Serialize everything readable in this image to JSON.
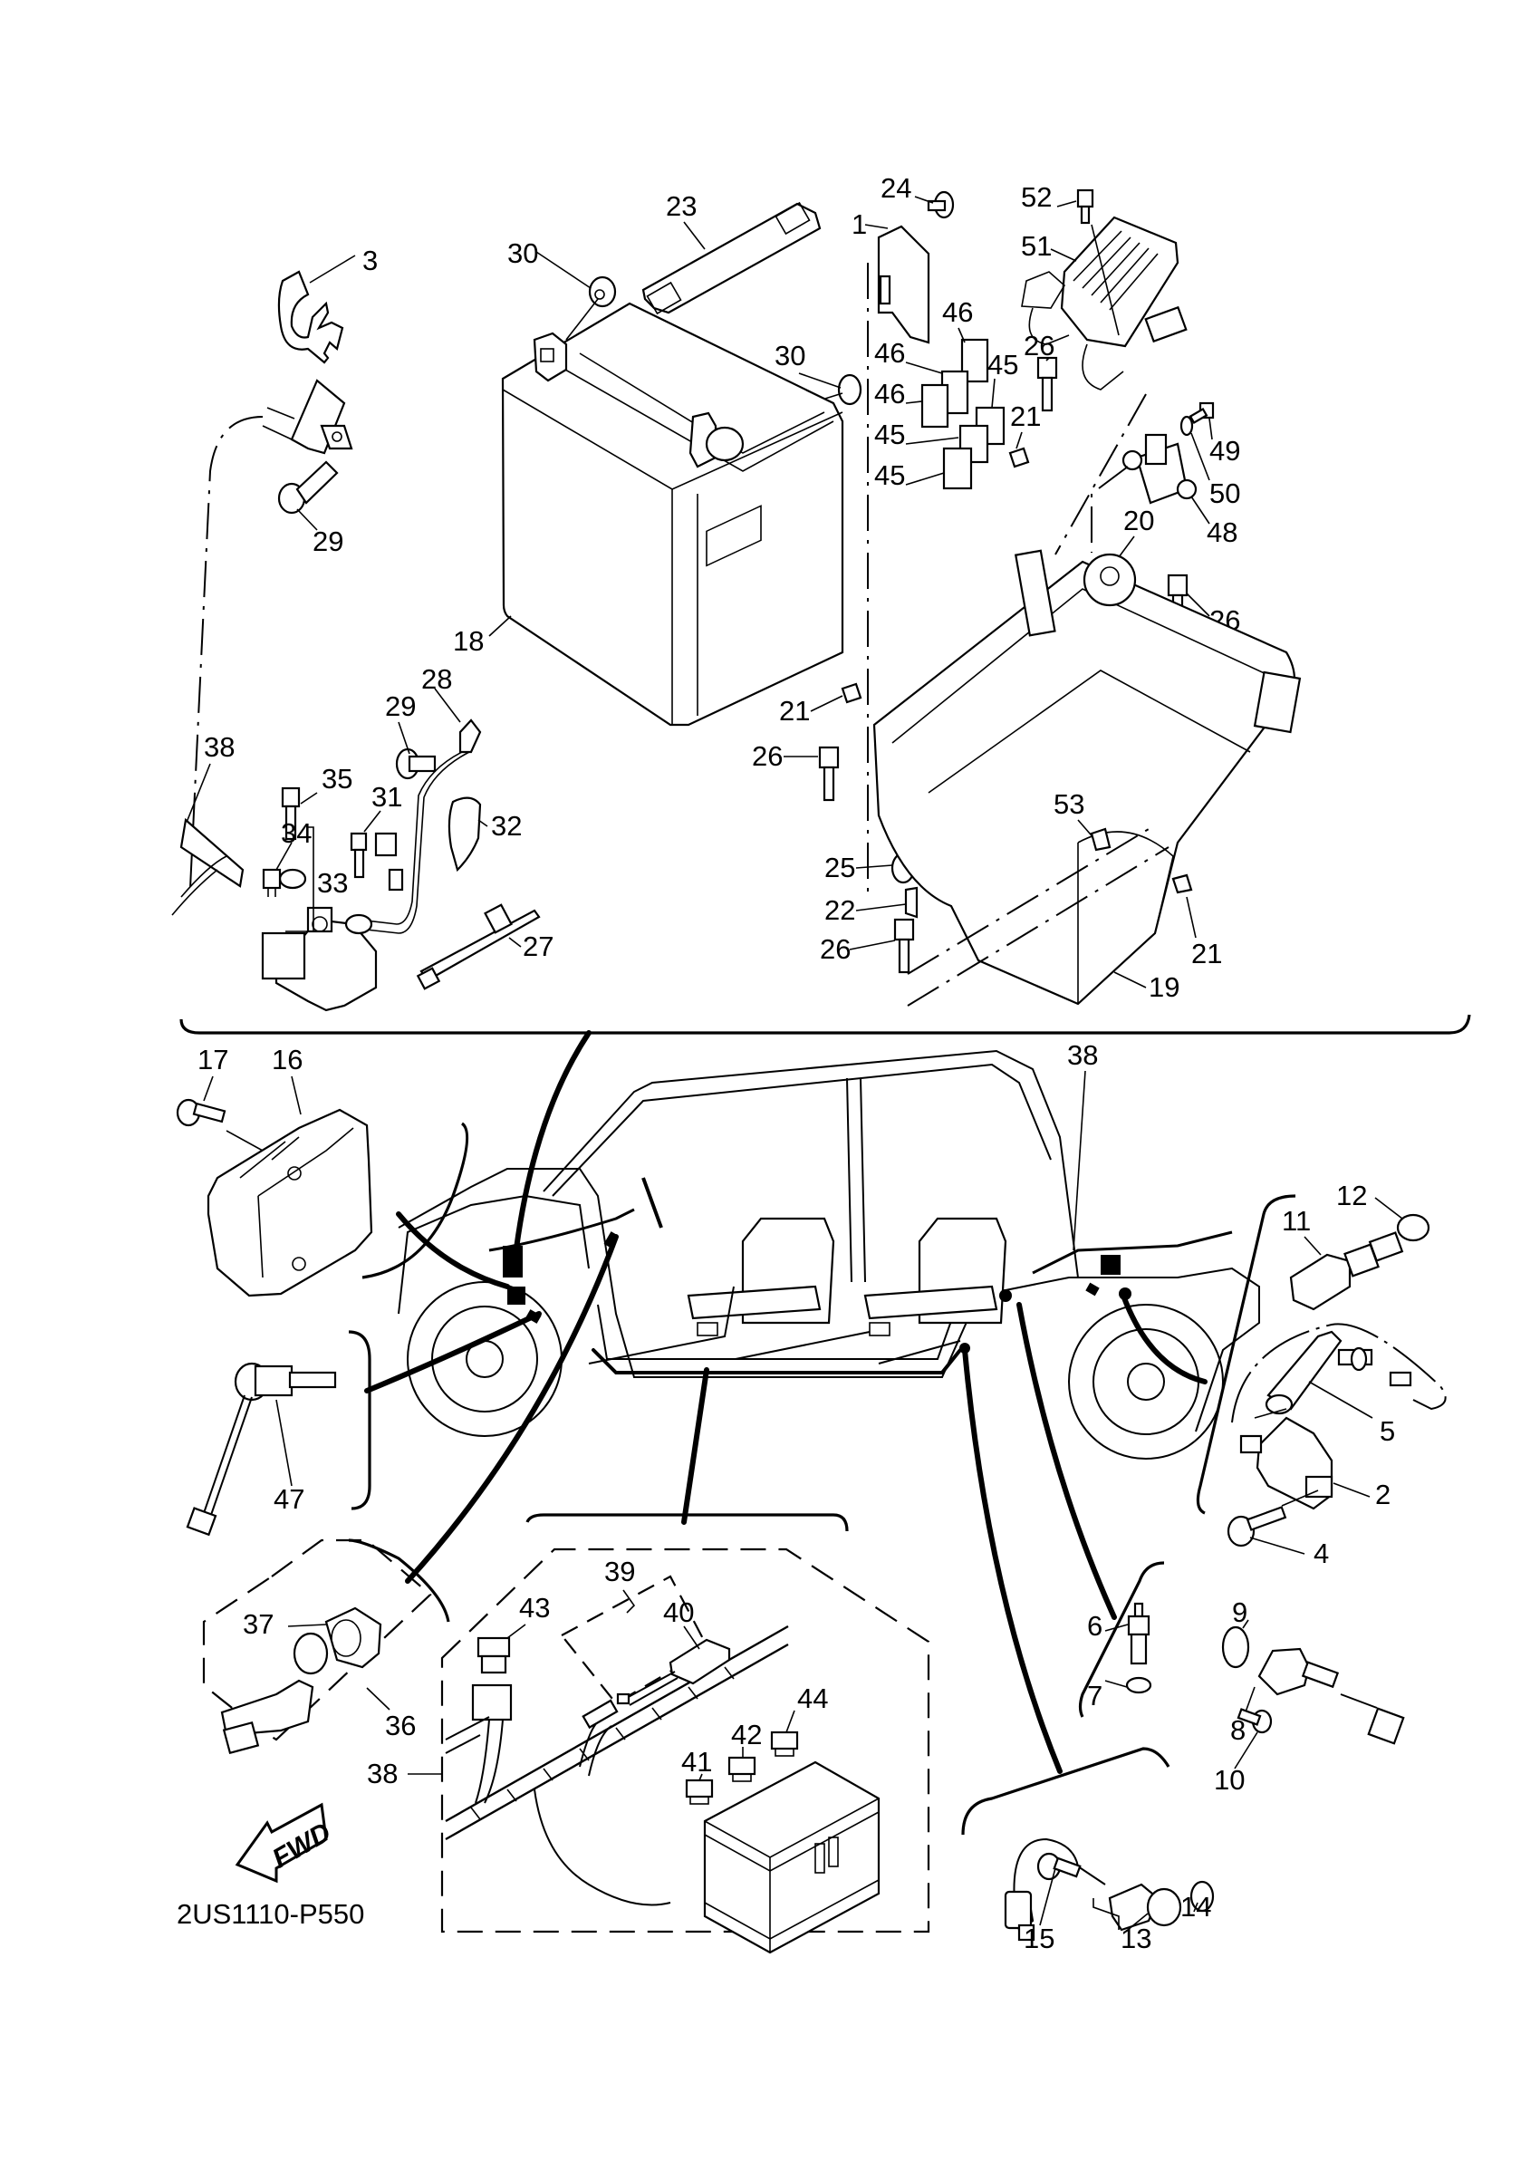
{
  "diagram": {
    "title_code": "2US1110-P550",
    "fwd_label": "FWD",
    "callouts": {
      "c1": "1",
      "c2": "2",
      "c3": "3",
      "c4": "4",
      "c5": "5",
      "c6": "6",
      "c7": "7",
      "c8": "8",
      "c9": "9",
      "c10": "10",
      "c11": "11",
      "c12": "12",
      "c13": "13",
      "c14": "14",
      "c15": "15",
      "c16": "16",
      "c17": "17",
      "c18": "18",
      "c19": "19",
      "c20": "20",
      "c21": "21",
      "c22": "22",
      "c23": "23",
      "c24": "24",
      "c25": "25",
      "c26": "26",
      "c27": "27",
      "c28": "28",
      "c29": "29",
      "c30": "30",
      "c31": "31",
      "c32": "32",
      "c33": "33",
      "c34": "34",
      "c35": "35",
      "c36": "36",
      "c37": "37",
      "c38": "38",
      "c39": "39",
      "c40": "40",
      "c41": "41",
      "c42": "42",
      "c43": "43",
      "c44": "44",
      "c45": "45",
      "c46": "46",
      "c47": "47",
      "c48": "48",
      "c49": "49",
      "c50": "50",
      "c51": "51",
      "c52": "52",
      "c53": "53"
    }
  }
}
